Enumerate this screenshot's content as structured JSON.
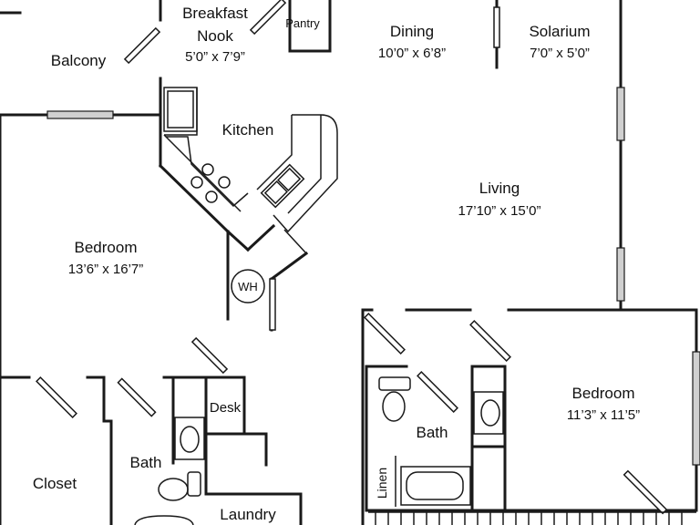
{
  "rooms": {
    "balcony": {
      "name": "Balcony"
    },
    "breakfast_nook": {
      "name_line1": "Breakfast",
      "name_line2": "Nook",
      "size": "5’0” x 7’9”"
    },
    "pantry": {
      "name": "Pantry"
    },
    "dining": {
      "name": "Dining",
      "size": "10’0” x 6’8”"
    },
    "solarium": {
      "name": "Solarium",
      "size": "7’0” x 5’0”"
    },
    "kitchen": {
      "name": "Kitchen"
    },
    "living": {
      "name": "Living",
      "size": "17’10” x 15’0”"
    },
    "bedroom_left": {
      "name": "Bedroom",
      "size": "13’6” x 16’7”"
    },
    "water_heater": {
      "name": "WH"
    },
    "desk": {
      "name": "Desk"
    },
    "bath_left": {
      "name": "Bath"
    },
    "closet": {
      "name": "Closet"
    },
    "laundry": {
      "name": "Laundry"
    },
    "bath_right": {
      "name": "Bath"
    },
    "linen": {
      "name": "Linen"
    },
    "bedroom_right": {
      "name": "Bedroom",
      "size": "11’3” x 11’5”"
    }
  }
}
